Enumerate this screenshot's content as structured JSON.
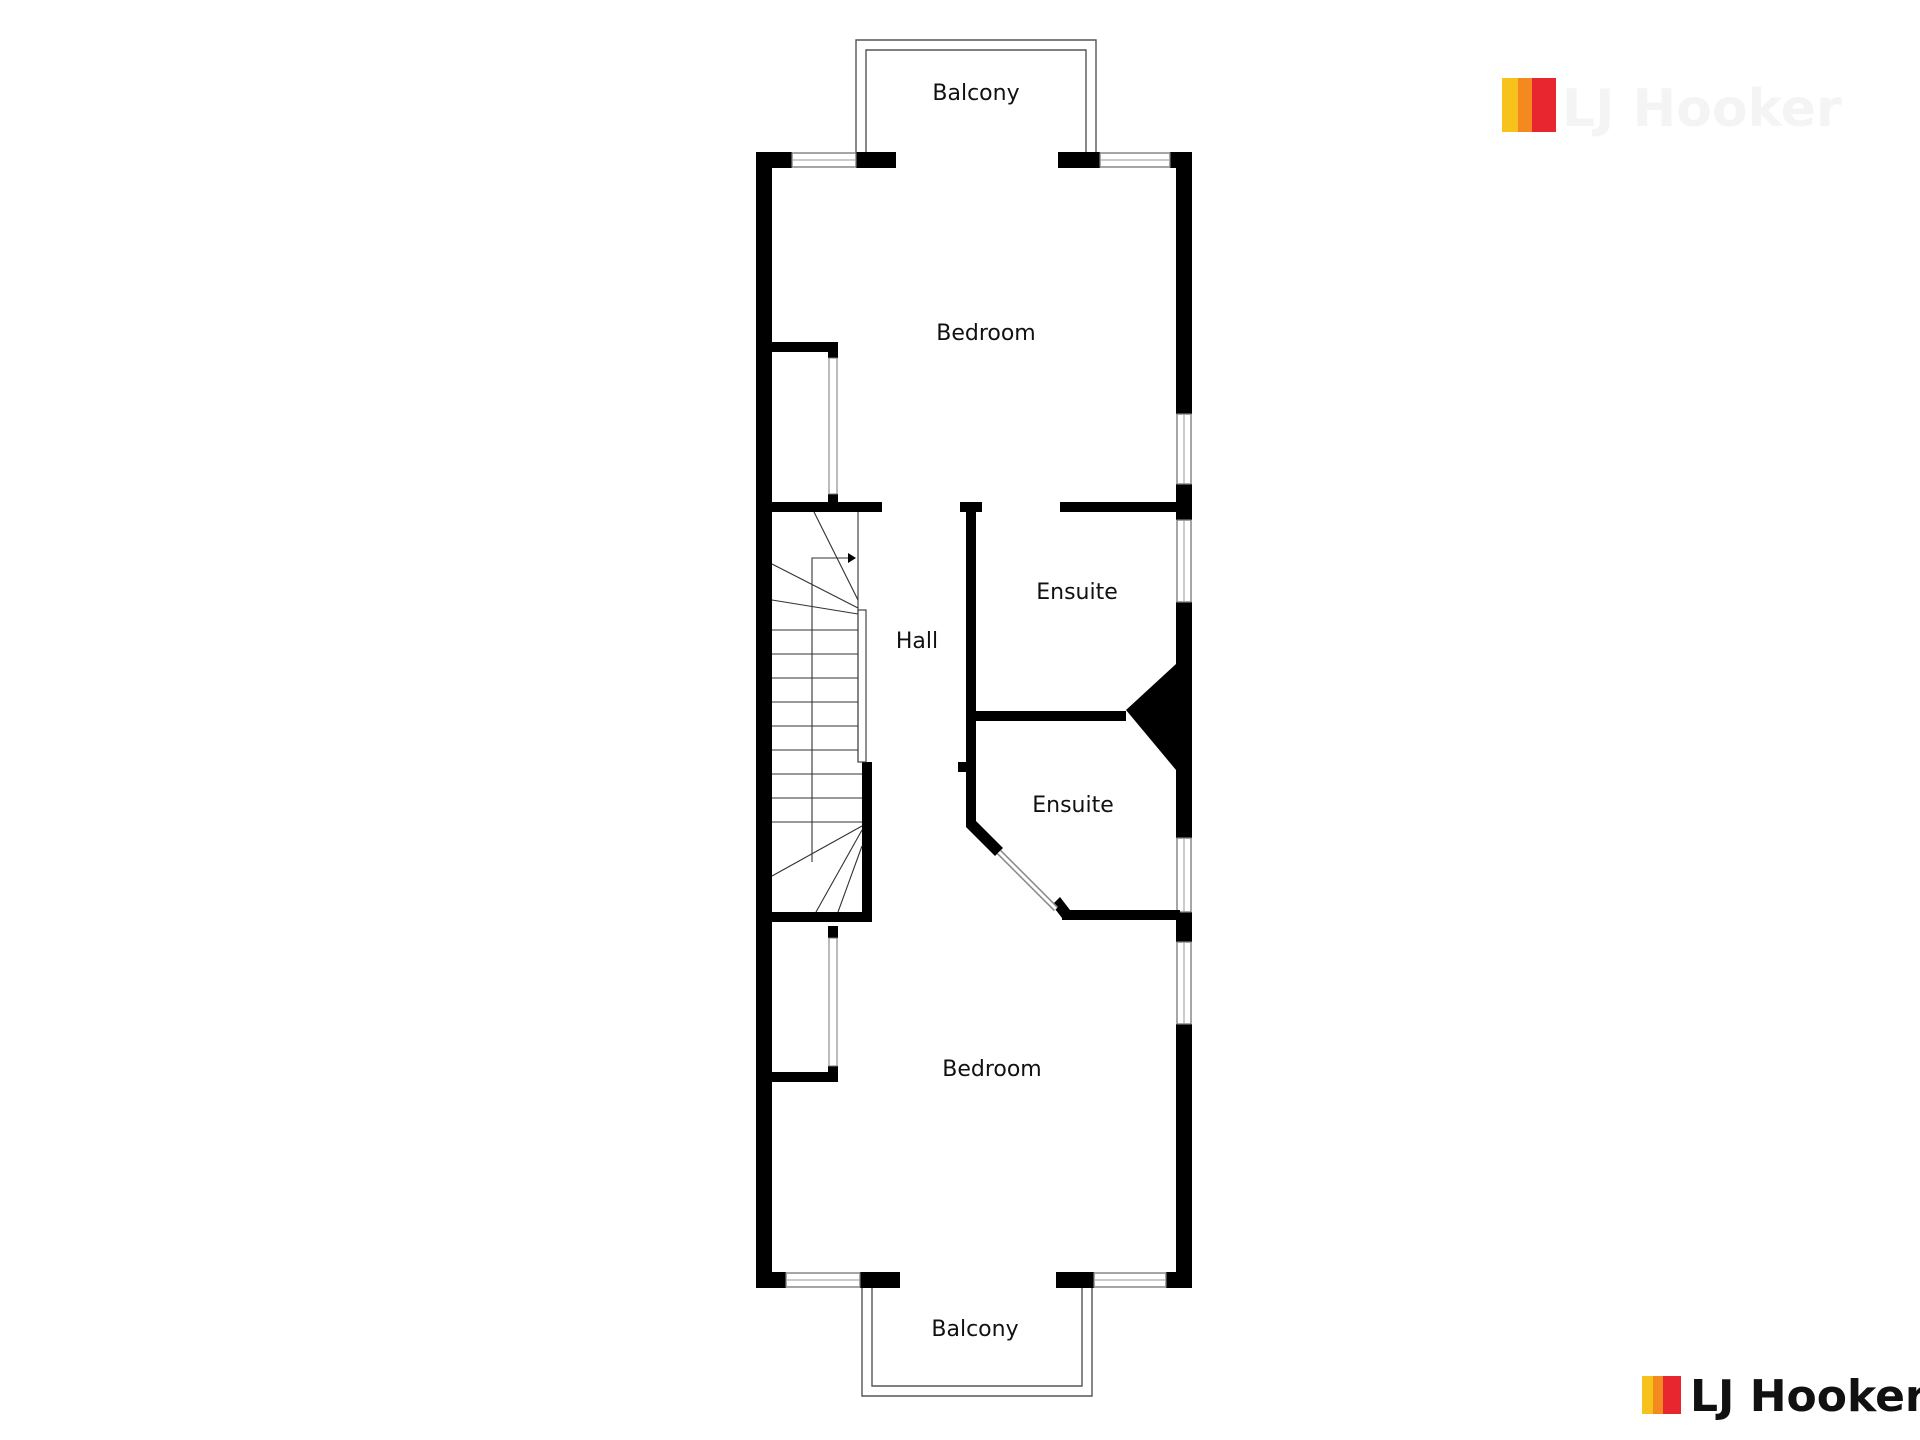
{
  "rooms": {
    "balcony_top": "Balcony",
    "bedroom_top": "Bedroom",
    "hall": "Hall",
    "ensuite_upper": "Ensuite",
    "ensuite_lower": "Ensuite",
    "bedroom_bottom": "Bedroom",
    "balcony_bottom": "Balcony"
  },
  "brand": {
    "name": "LJ Hooker",
    "watermark": "LJ Hooker",
    "colors": {
      "yellow": "#f7c21b",
      "orange": "#f48a1f",
      "red": "#e8262f",
      "text": "#111111",
      "watermark_text": "#f4f4f4"
    }
  }
}
